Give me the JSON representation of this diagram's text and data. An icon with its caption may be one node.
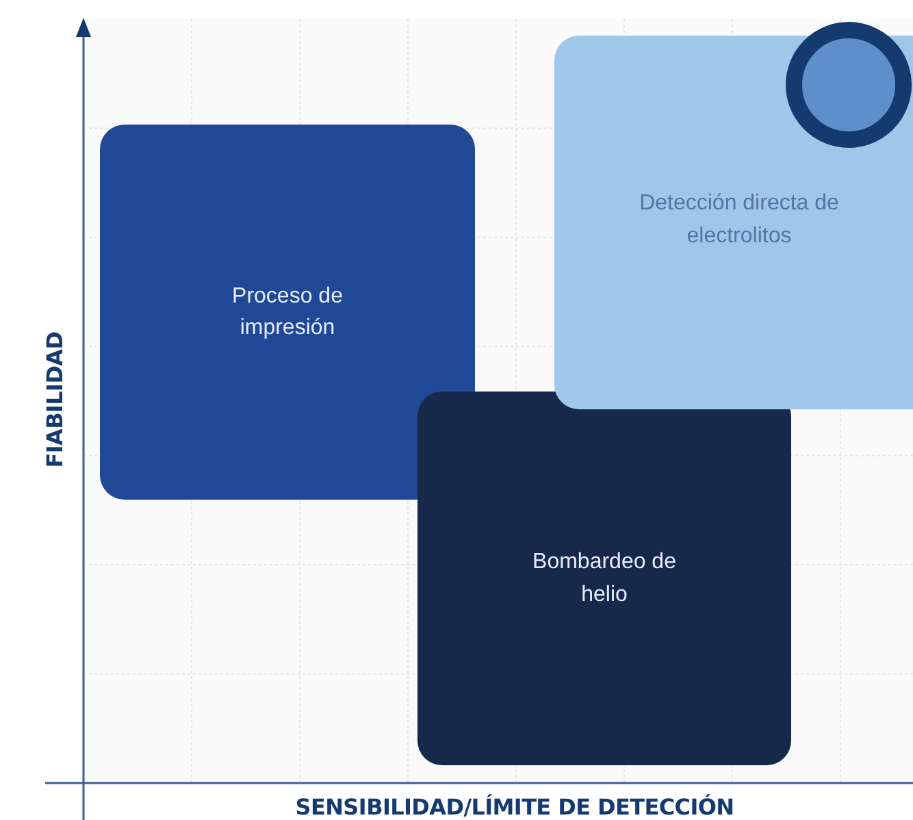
{
  "diagram": {
    "nodes": [
      {
        "text": [
          "Proceso de impresión"
        ]
      },
      {
        "text": [
          "Bombardeo de helio"
        ]
      },
      {
        "text": [
          "Detección directa de electrolitos"
        ]
      },
      {
        "text": [],
        "shape": "circle"
      }
    ],
    "labels": [
      "FIABILIDAD",
      "SENSIBILIDAD/LÍMITE DE DETECCIÓN"
    ]
  }
}
